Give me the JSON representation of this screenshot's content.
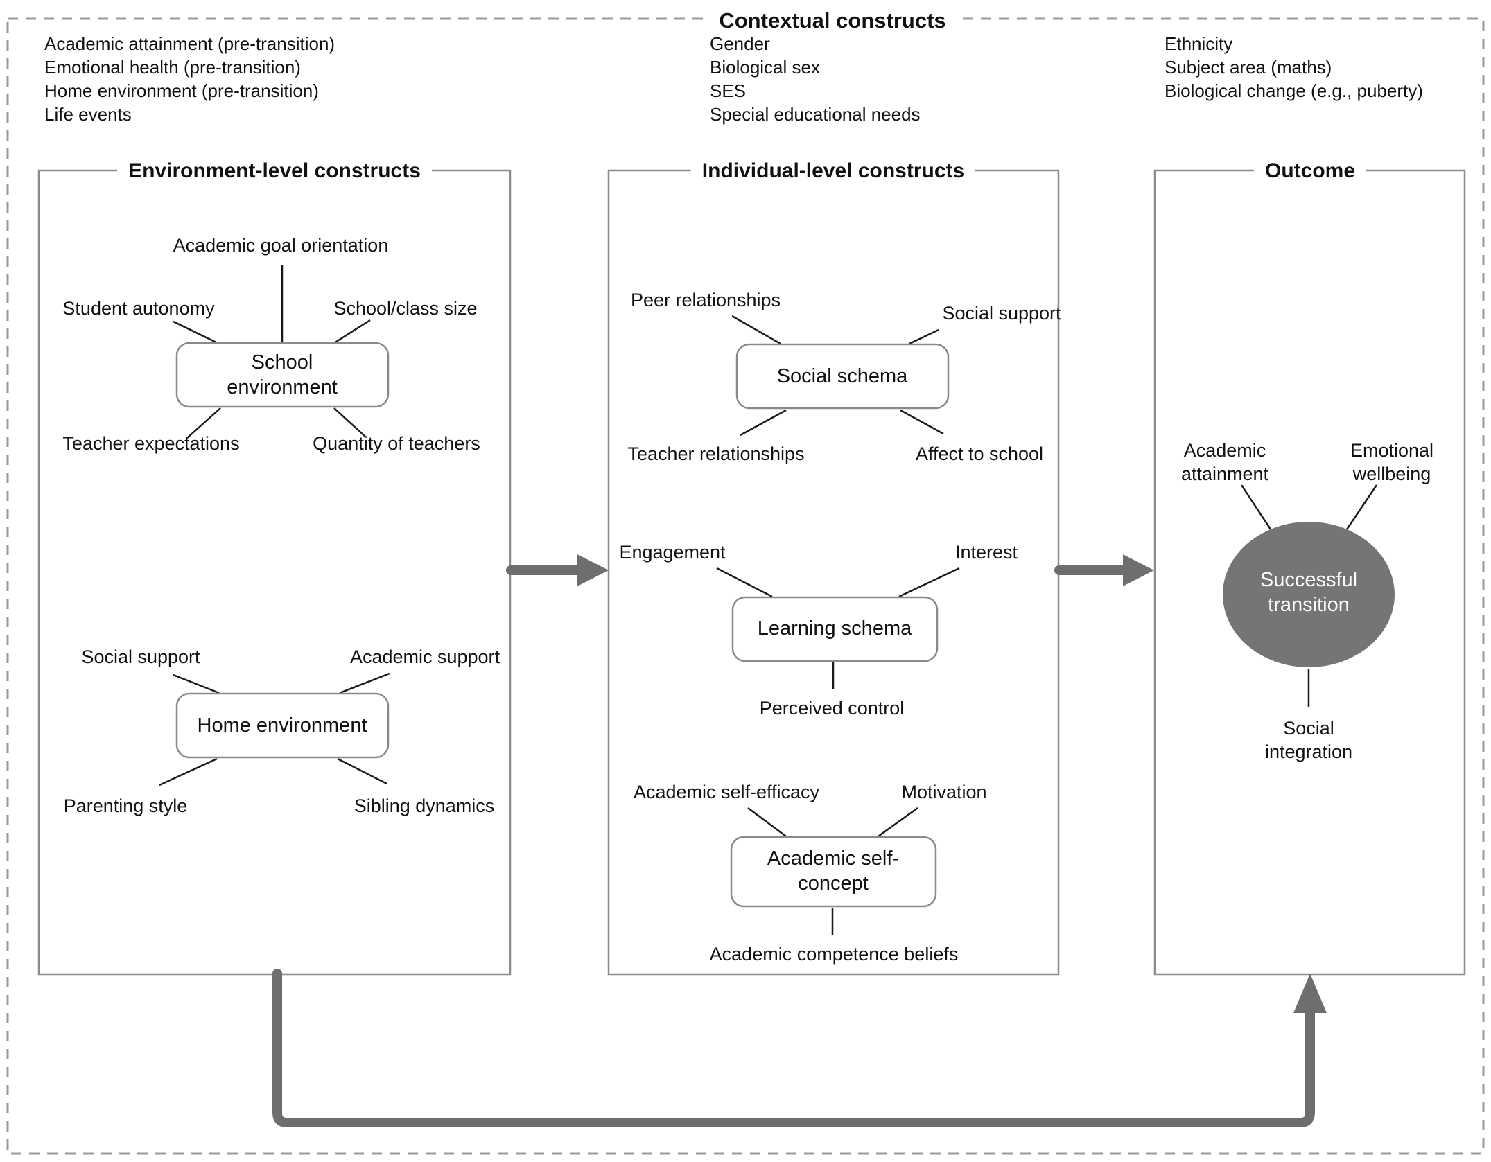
{
  "title": "Contextual constructs",
  "contextual_lists": {
    "left": [
      "Academic attainment (pre-transition)",
      "Emotional health (pre-transition)",
      "Home environment (pre-transition)",
      "Life events"
    ],
    "middle": [
      "Gender",
      "Biological sex",
      "SES",
      "Special educational needs"
    ],
    "right": [
      "Ethnicity",
      "Subject area (maths)",
      "Biological change (e.g., puberty)"
    ]
  },
  "panels": {
    "environment": {
      "title": "Environment-level constructs"
    },
    "individual": {
      "title": "Individual-level constructs"
    },
    "outcome": {
      "title": "Outcome"
    }
  },
  "clusters": {
    "school": {
      "node": "School\nenvironment",
      "top": "Academic goal orientation",
      "left": "Student autonomy",
      "right": "School/class size",
      "bottom_left": "Teacher expectations",
      "bottom_right": "Quantity of teachers"
    },
    "home": {
      "node": "Home environment",
      "top_left": "Social support",
      "top_right": "Academic support",
      "bottom_left": "Parenting style",
      "bottom_right": "Sibling dynamics"
    },
    "social": {
      "node": "Social schema",
      "top_left": "Peer relationships",
      "top_right": "Social support",
      "bottom_left": "Teacher relationships",
      "bottom_right": "Affect to school"
    },
    "learning": {
      "node": "Learning schema",
      "top_left": "Engagement",
      "top_right": "Interest",
      "bottom": "Perceived control"
    },
    "self_concept": {
      "node": "Academic self-\nconcept",
      "top_left": "Academic self-efficacy",
      "top_right": "Motivation",
      "bottom": "Academic competence beliefs"
    },
    "outcome": {
      "node": "Successful\ntransition",
      "top_left": "Academic\nattainment",
      "top_right": "Emotional\nwellbeing",
      "bottom": "Social\nintegration"
    }
  },
  "colors": {
    "arrow_gray": "#6e6e6e",
    "ellipse_fill": "#757575",
    "panel_border": "#8c8c8c",
    "node_border": "#8a8a8a",
    "dashed_border": "#9a9a9a",
    "line_black": "#1a1a1a"
  }
}
